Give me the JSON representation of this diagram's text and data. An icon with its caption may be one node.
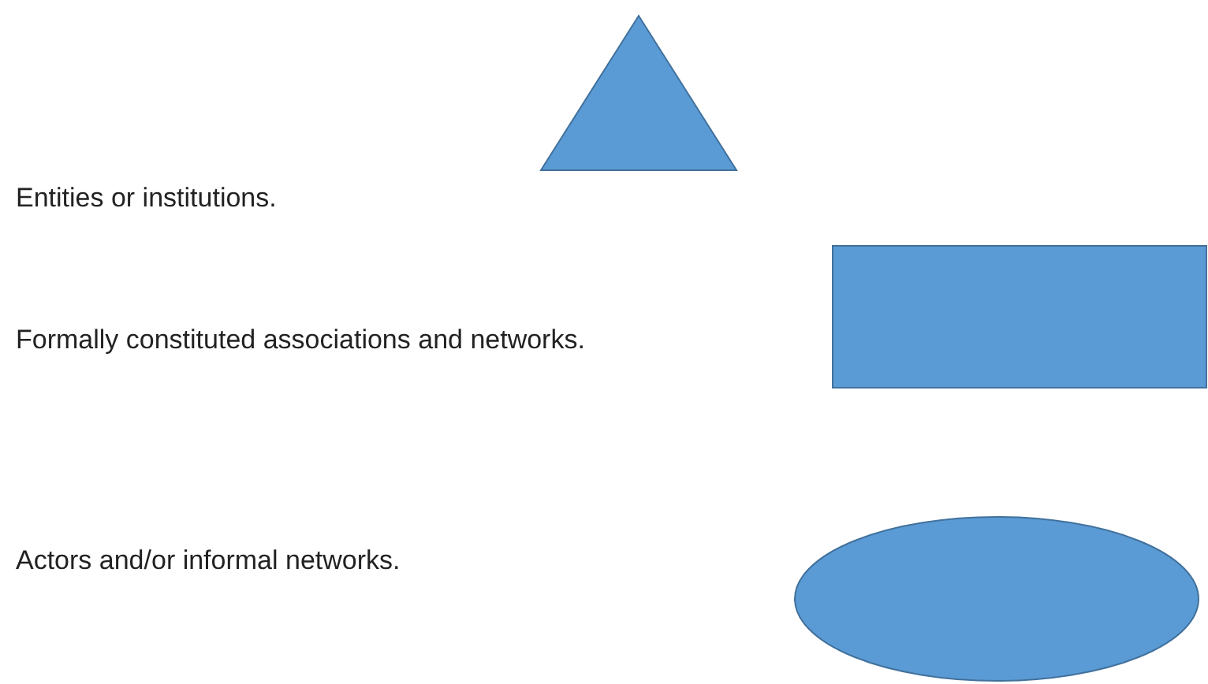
{
  "diagram": {
    "nodes": [
      {
        "text": [],
        "shape": "triangle"
      },
      {
        "text": [],
        "shape": "box"
      },
      {
        "text": [],
        "shape": "ellipse"
      }
    ],
    "labels": [
      "Entities or institutions.",
      "Formally constituted associations and networks.",
      "Actors and/or informal networks."
    ]
  }
}
